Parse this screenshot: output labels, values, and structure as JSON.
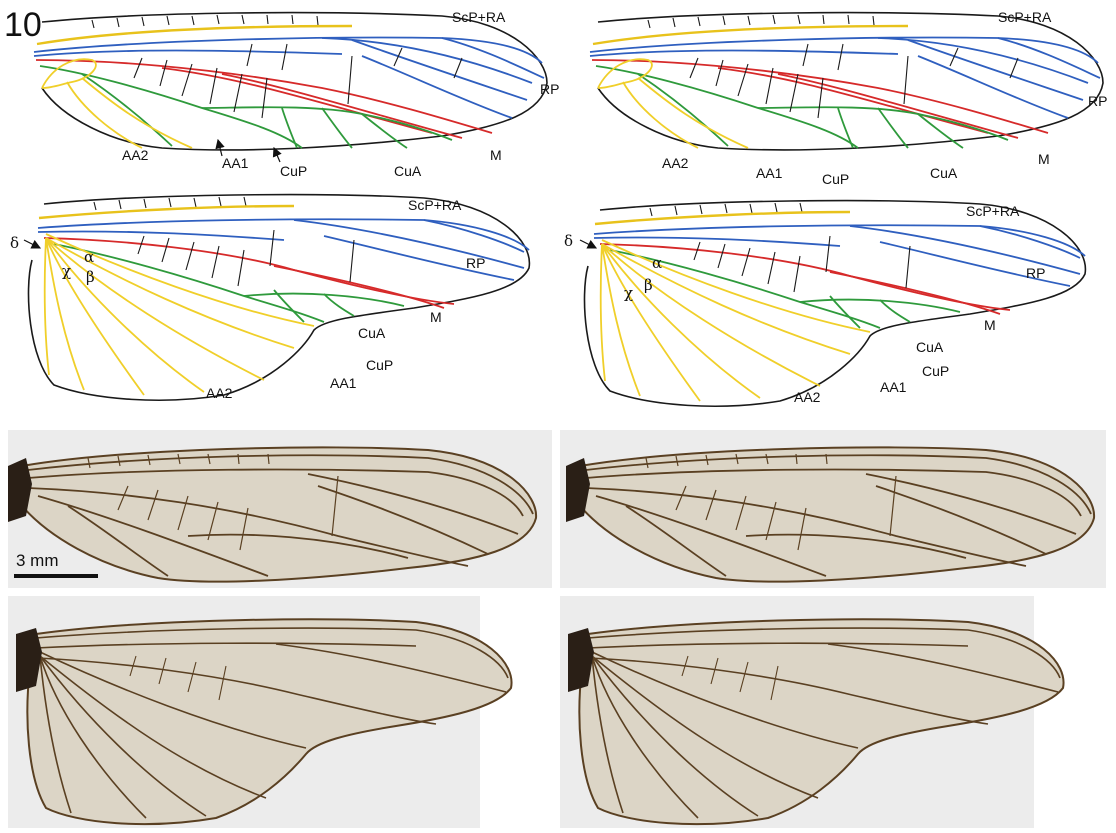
{
  "figure_number": "10",
  "scale_bar": {
    "label": "3 mm"
  },
  "vein_colors": {
    "outline": "#1a1a1a",
    "ScP_RA": "#e8c21b",
    "RP": "#2f5fbf",
    "M": "#d62a2a",
    "Cu": "#2f9a3c",
    "anal": "#f0cf2a"
  },
  "photo_colors": {
    "background": "#ececec",
    "membrane": "#dcd5c6",
    "vein": "#5a4022",
    "body": "#2a1f16"
  },
  "drawings": {
    "forewing_left": {
      "ScP_RA": "ScP+RA",
      "RP": "RP",
      "M": "M",
      "CuA": "CuA",
      "CuP": "CuP",
      "AA1": "AA1",
      "AA2": "AA2"
    },
    "forewing_right": {
      "ScP_RA": "ScP+RA",
      "RP": "RP",
      "M": "M",
      "CuA": "CuA",
      "CuP": "CuP",
      "AA1": "AA1",
      "AA2": "AA2"
    },
    "hindwing_left": {
      "ScP_RA": "ScP+RA",
      "RP": "RP",
      "M": "M",
      "CuA": "CuA",
      "CuP": "CuP",
      "AA1": "AA1",
      "AA2": "AA2",
      "delta": "δ",
      "alpha": "α",
      "beta": "β",
      "chi": "χ"
    },
    "hindwing_right": {
      "ScP_RA": "ScP+RA",
      "RP": "RP",
      "M": "M",
      "CuA": "CuA",
      "CuP": "CuP",
      "AA1": "AA1",
      "AA2": "AA2",
      "delta": "δ",
      "alpha": "α",
      "beta": "β",
      "chi": "χ"
    }
  }
}
